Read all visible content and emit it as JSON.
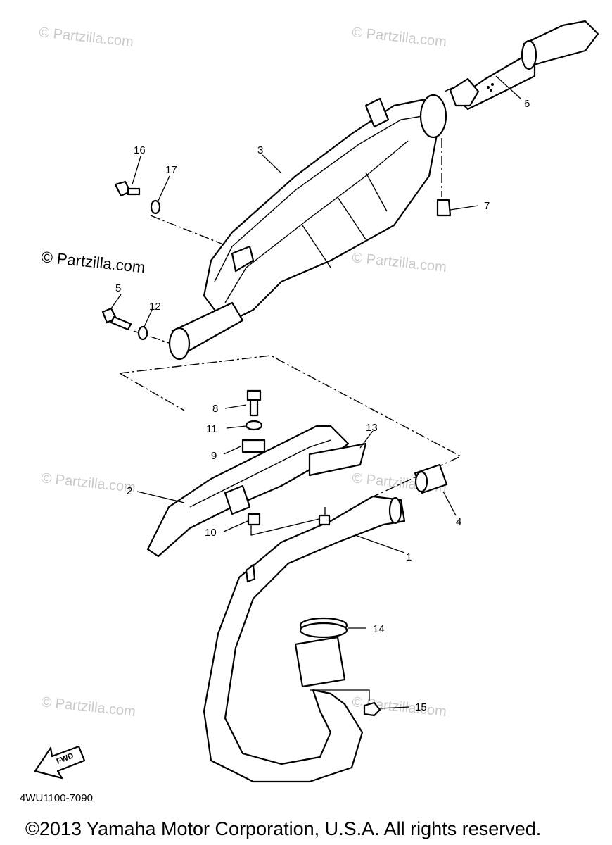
{
  "watermark": {
    "text": "© Partzilla.com",
    "prominent_text": "© Partzilla.com"
  },
  "callouts": {
    "p1": "1",
    "p2": "2",
    "p3": "3",
    "p4": "4",
    "p5": "5",
    "p6": "6",
    "p7": "7",
    "p8": "8",
    "p9": "9",
    "p10": "10",
    "p11": "11",
    "p12": "12",
    "p13": "13",
    "p14": "14",
    "p15": "15",
    "p16": "16",
    "p17": "17"
  },
  "fwd_label": "FWD",
  "diagram_code": "4WU1100-7090",
  "copyright": "©2013 Yamaha Motor Corporation, U.S.A. All rights reserved.",
  "icons": {
    "forward": "fwd-arrow-icon"
  }
}
